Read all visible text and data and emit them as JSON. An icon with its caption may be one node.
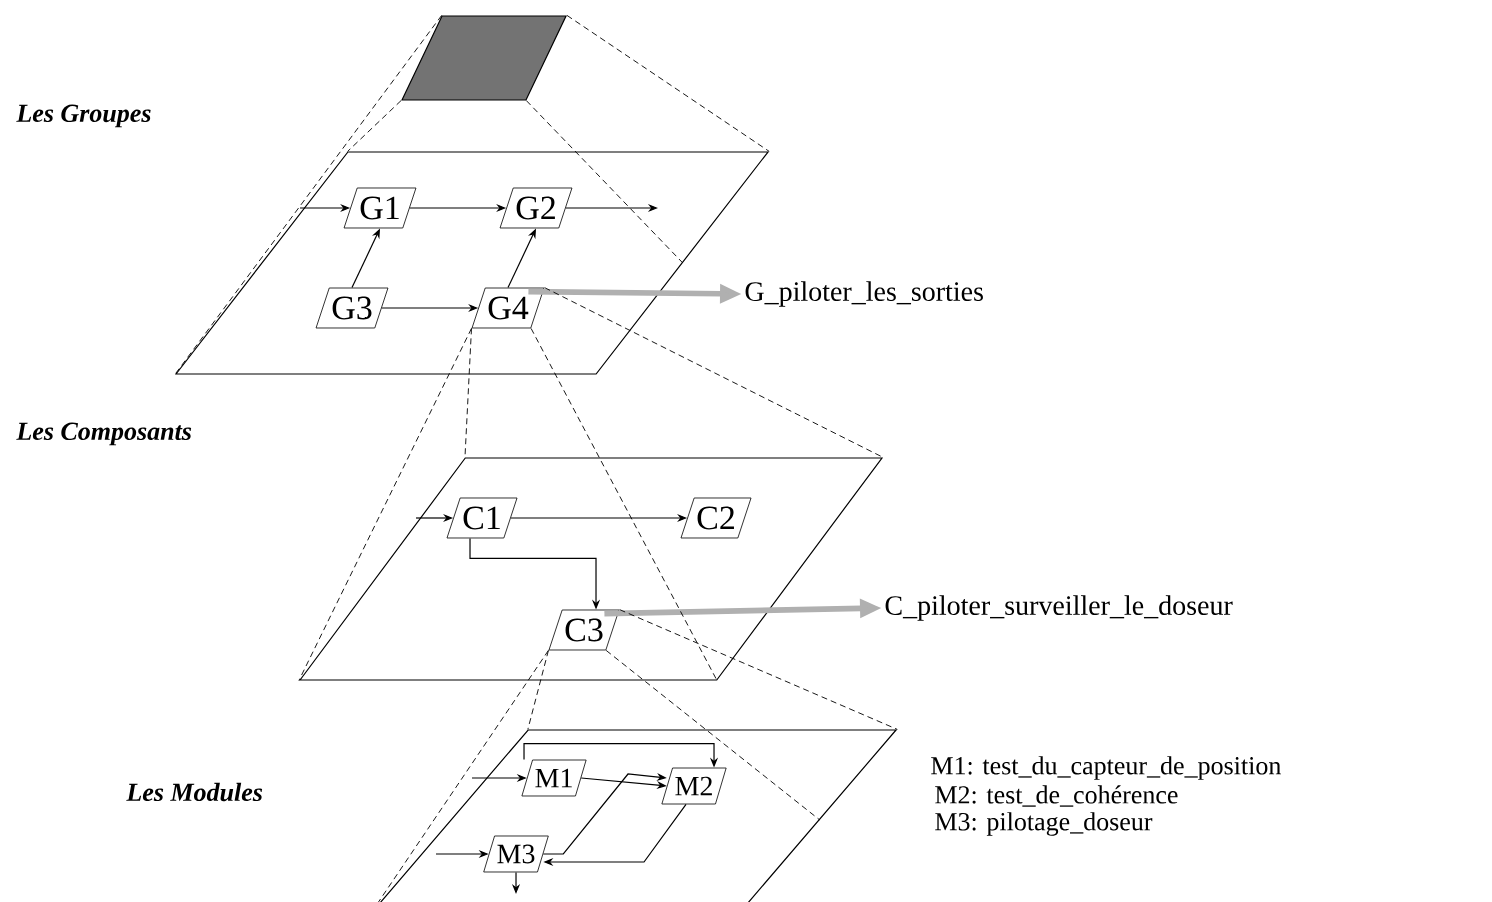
{
  "diagram": {
    "nodes": [
      {
        "text": [
          "Les Groupes"
        ]
      },
      {
        "text": [
          "G1"
        ],
        "in": 0
      },
      {
        "text": [
          "G2"
        ],
        "in": 0
      },
      {
        "text": [
          "G3"
        ],
        "in": 0
      },
      {
        "text": [
          "G4"
        ],
        "in": 0
      },
      {
        "text": [
          "Les Composants"
        ]
      },
      {
        "text": [
          "C1"
        ],
        "in": 5
      },
      {
        "text": [
          "C2"
        ],
        "in": 5
      },
      {
        "text": [
          "C3"
        ],
        "in": 5
      },
      {
        "text": [
          "Les Modules"
        ]
      },
      {
        "text": [
          "M1"
        ],
        "in": 9
      },
      {
        "text": [
          "M2"
        ],
        "in": 9
      },
      {
        "text": [
          "M3"
        ],
        "in": 9
      },
      {
        "text": [
          "G_piloter_les_sorties"
        ]
      },
      {
        "text": [
          "C_piloter_surveiller_le_doseur"
        ]
      },
      {
        "text": [],
        "shape": "box"
      }
    ],
    "edges": [
      {
        "from": null,
        "to": 1,
        "arrow": "to"
      },
      {
        "from": 1,
        "to": 2,
        "arrow": "to"
      },
      {
        "from": 2,
        "to": null,
        "arrow": "to"
      },
      {
        "from": 3,
        "to": 1,
        "arrow": "to"
      },
      {
        "from": 3,
        "to": 4,
        "arrow": "to"
      },
      {
        "from": 4,
        "to": 2,
        "arrow": "to"
      },
      {
        "from": 4,
        "to": 13,
        "arrow": "to",
        "style": "thick",
        "color": "#b0b0b0"
      },
      {
        "from": null,
        "to": 6,
        "arrow": "to"
      },
      {
        "from": 6,
        "to": 7,
        "arrow": "to"
      },
      {
        "from": 6,
        "to": 8,
        "arrow": "to"
      },
      {
        "from": 8,
        "to": 14,
        "arrow": "to",
        "style": "thick",
        "color": "#b0b0b0"
      },
      {
        "from": null,
        "to": 10,
        "arrow": "to"
      },
      {
        "from": 10,
        "to": 11,
        "arrow": "to"
      },
      {
        "from": 10,
        "to": 11,
        "arrow": "to"
      },
      {
        "from": 12,
        "to": 11,
        "arrow": "to"
      },
      {
        "from": 11,
        "to": 12,
        "arrow": "to"
      },
      {
        "from": null,
        "to": 12,
        "arrow": "to"
      },
      {
        "from": 12,
        "to": null,
        "arrow": "to"
      },
      {
        "from": 15,
        "to": 0,
        "arrow": "none",
        "style": "dashed"
      },
      {
        "from": 15,
        "to": 0,
        "arrow": "none",
        "style": "dashed"
      },
      {
        "from": 15,
        "to": 0,
        "arrow": "none",
        "style": "dashed"
      },
      {
        "from": 15,
        "to": 0,
        "arrow": "none",
        "style": "dashed"
      },
      {
        "from": 4,
        "to": 5,
        "arrow": "none",
        "style": "dashed"
      },
      {
        "from": 4,
        "to": 5,
        "arrow": "none",
        "style": "dashed"
      },
      {
        "from": 4,
        "to": 5,
        "arrow": "none",
        "style": "dashed"
      },
      {
        "from": 4,
        "to": 5,
        "arrow": "none",
        "style": "dashed"
      },
      {
        "from": 8,
        "to": 9,
        "arrow": "none",
        "style": "dashed"
      },
      {
        "from": 8,
        "to": 9,
        "arrow": "none",
        "style": "dashed"
      },
      {
        "from": 8,
        "to": 9,
        "arrow": "none",
        "style": "dashed"
      },
      {
        "from": 8,
        "to": 9,
        "arrow": "none",
        "style": "dashed"
      }
    ],
    "labels": [
      "M1: test_du_capteur_de_position",
      "M2: test_de_cohérence",
      "M3: pilotage_doseur"
    ]
  }
}
